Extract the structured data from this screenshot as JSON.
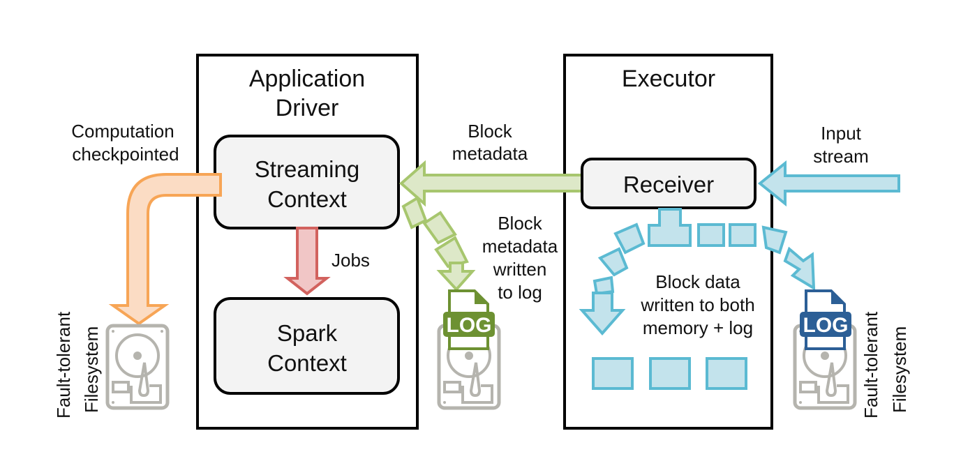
{
  "diagram": {
    "driver": {
      "title_line1": "Application",
      "title_line2": "Driver",
      "streaming_context_line1": "Streaming",
      "streaming_context_line2": "Context",
      "spark_context_line1": "Spark",
      "spark_context_line2": "Context",
      "jobs_label": "Jobs"
    },
    "executor": {
      "title": "Executor",
      "receiver": "Receiver",
      "block_data_line1": "Block data",
      "block_data_line2": "written to both",
      "block_data_line3": "memory + log"
    },
    "labels": {
      "computation_line1": "Computation",
      "computation_line2": "checkpointed",
      "block_metadata_line1": "Block",
      "block_metadata_line2": "metadata",
      "metadata_log_line1": "Block",
      "metadata_log_line2": "metadata",
      "metadata_log_line3": "written",
      "metadata_log_line4": "to log",
      "input_line1": "Input",
      "input_line2": "stream",
      "fs_left_line1": "Fault-tolerant",
      "fs_left_line2": "Filesystem",
      "fs_right_line1": "Fault-tolerant",
      "fs_right_line2": "Filesystem",
      "log_badge": "LOG"
    },
    "colors": {
      "orange_fill": "#fbdcc4",
      "orange_stroke": "#f7a556",
      "green_fill": "#dde8c8",
      "green_stroke": "#a7c66e",
      "green_dark": "#6d9132",
      "blue_fill": "#c3e3ec",
      "blue_stroke": "#5bbad2",
      "blue_dark": "#2c5f96",
      "red_fill": "#f1c6c6",
      "red_stroke": "#d2625e",
      "disk_gray": "#b5b4ae",
      "box_fill": "#f3f3f3"
    }
  }
}
